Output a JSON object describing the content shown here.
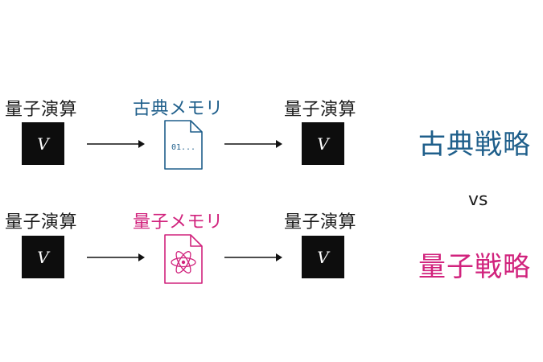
{
  "rows": [
    {
      "left_label": "量子演算",
      "left_op": "V",
      "memory_title": "古典メモリ",
      "memory_content": "01...",
      "right_label": "量子演算",
      "right_op": "V"
    },
    {
      "left_label": "量子演算",
      "left_op": "V",
      "memory_title": "量子メモリ",
      "memory_icon": "atom-icon",
      "right_label": "量子演算",
      "right_op": "V"
    }
  ],
  "strategies": {
    "classical": "古典戦略",
    "vs": "vs",
    "quantum": "量子戦略"
  },
  "colors": {
    "classical": "#1f5f8b",
    "quantum": "#d1237d",
    "op_box": "#0d0d0d"
  }
}
